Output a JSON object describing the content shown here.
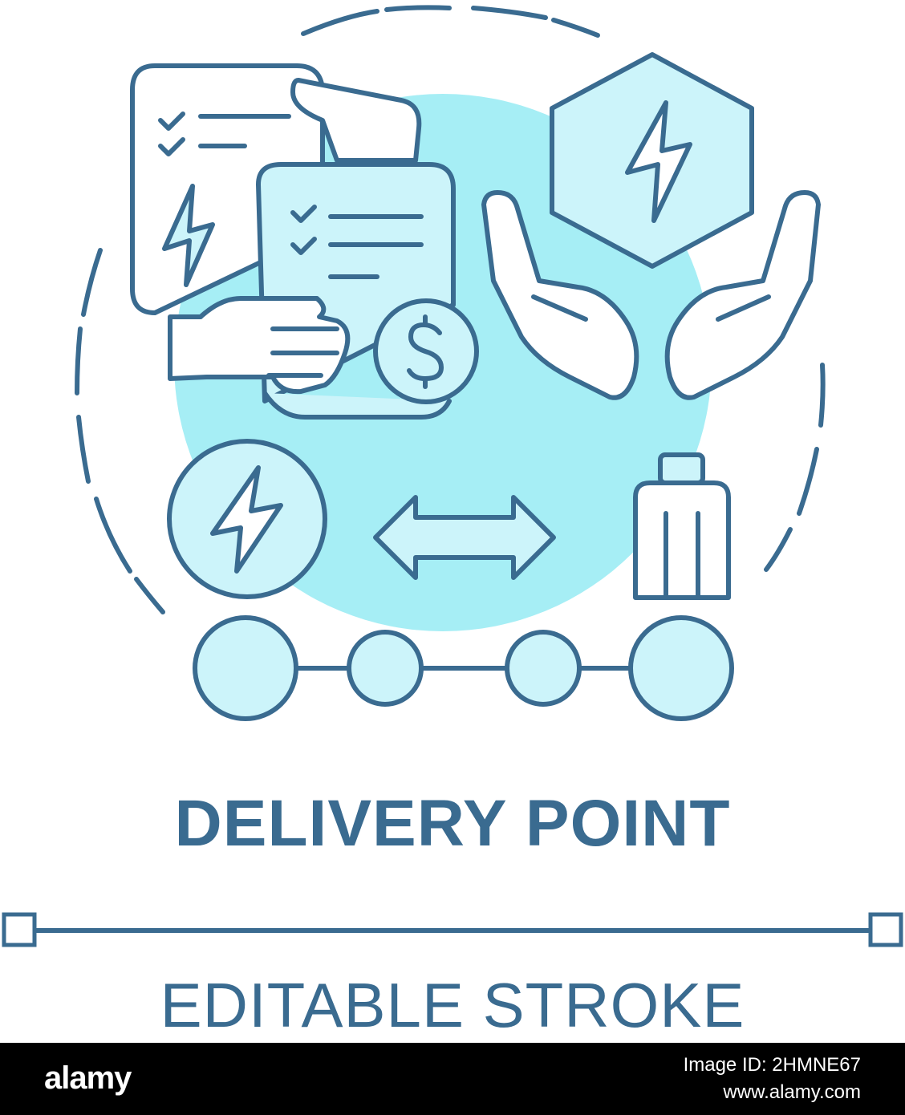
{
  "title": "DELIVERY POINT",
  "subtitle": "EDITABLE STROKE",
  "footer": {
    "brand": "alamy",
    "image_id": "Image ID: 2HMNE67",
    "site": "www.alamy.com"
  },
  "colors": {
    "stroke": "#3a6b90",
    "fill_light": "#ccf4fa",
    "fill_blob": "#a6eef5",
    "background": "#ffffff",
    "footer": "#000000"
  },
  "icons": [
    "energy-contract-icon",
    "dollar-coin-icon",
    "hands-protect-energy-icon",
    "energy-circle-icon",
    "two-way-arrow-icon",
    "battery-icon",
    "connection-nodes-icon"
  ]
}
